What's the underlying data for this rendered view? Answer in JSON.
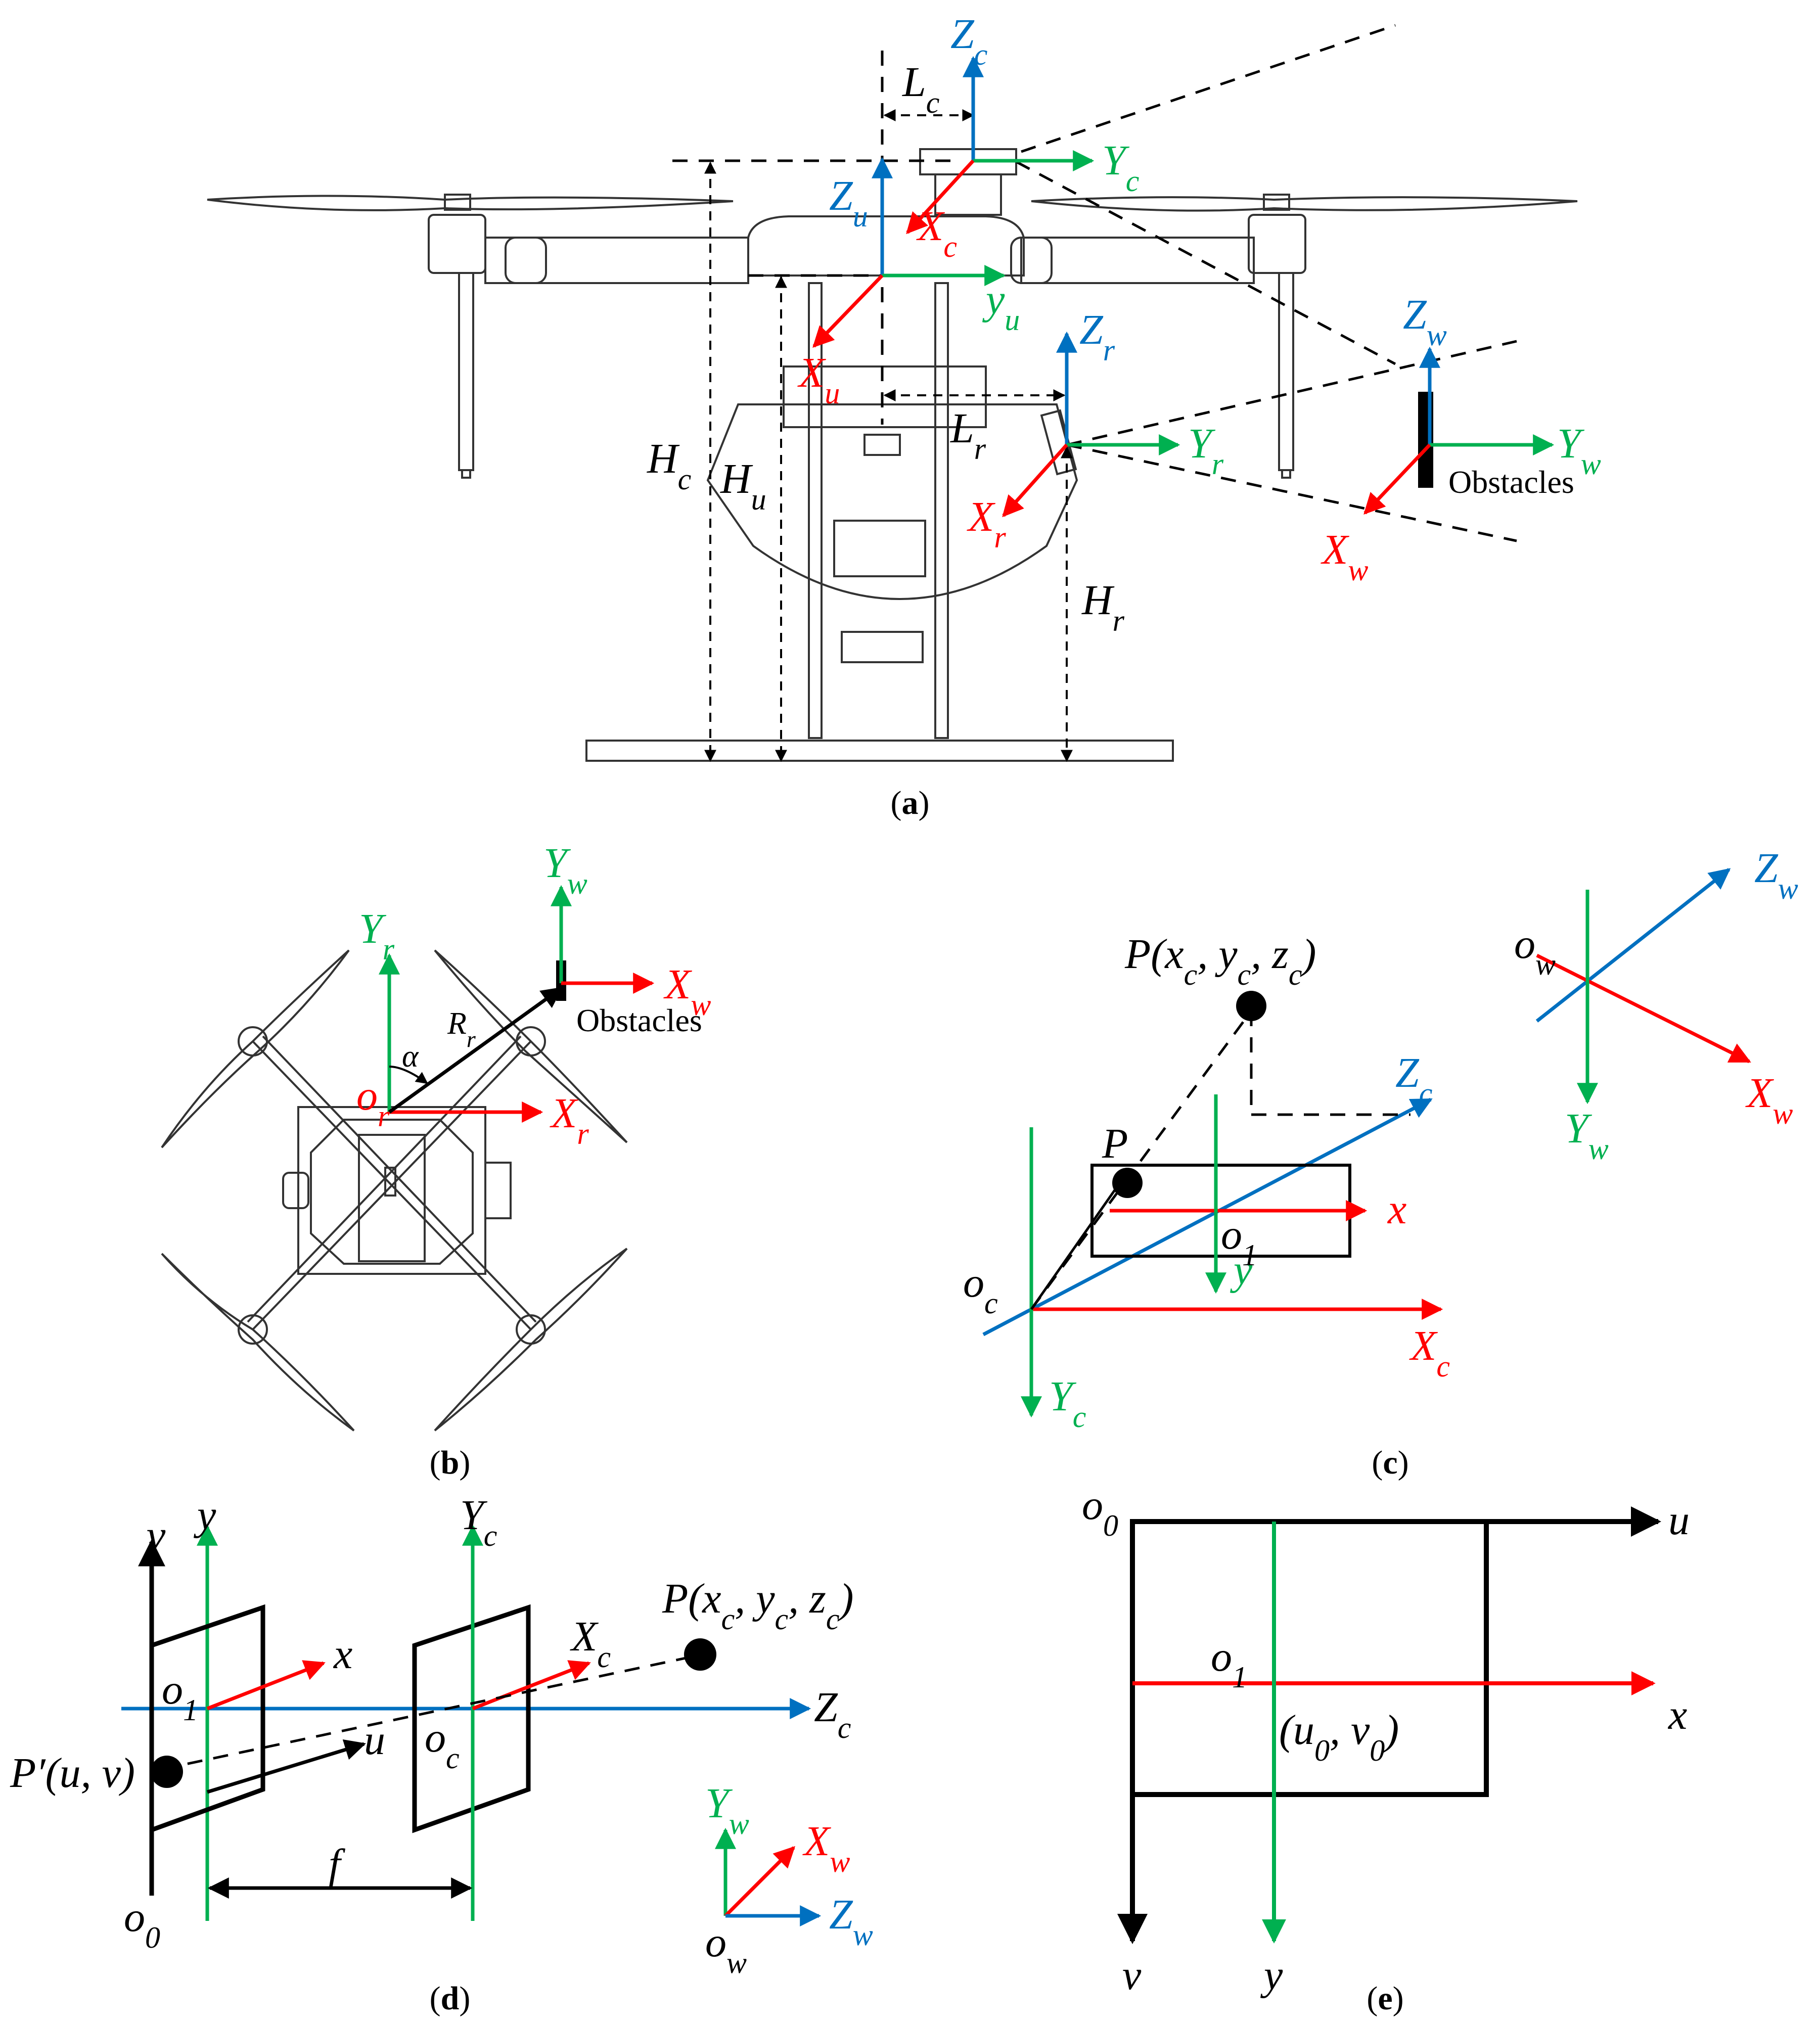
{
  "colors": {
    "x_axis": "#ff0000",
    "y_axis": "#00b050",
    "z_axis": "#0070c0",
    "ink": "#000000"
  },
  "captions": {
    "a": "a",
    "b": "b",
    "c": "c",
    "d": "d",
    "e": "e"
  },
  "panel_a": {
    "camera": {
      "z": "Z",
      "z_sub": "c",
      "y": "Y",
      "y_sub": "c",
      "x": "X",
      "x_sub": "c"
    },
    "uav": {
      "z": "Z",
      "z_sub": "u",
      "y": "y",
      "y_sub": "u",
      "x": "X",
      "x_sub": "u"
    },
    "radar": {
      "z": "Z",
      "z_sub": "r",
      "y": "Y",
      "y_sub": "r",
      "x": "X",
      "x_sub": "r"
    },
    "world": {
      "z": "Z",
      "z_sub": "w",
      "y": "Y",
      "y_sub": "w",
      "x": "X",
      "x_sub": "w"
    },
    "dims": {
      "Lc": {
        "main": "L",
        "sub": "c"
      },
      "Lr": {
        "main": "L",
        "sub": "r"
      },
      "Hc": {
        "main": "H",
        "sub": "c"
      },
      "Hu": {
        "main": "H",
        "sub": "u"
      },
      "Hr": {
        "main": "H",
        "sub": "r"
      }
    },
    "obstacles": "Obstacles"
  },
  "panel_b": {
    "world": {
      "y": "Y",
      "y_sub": "w",
      "x": "X",
      "x_sub": "w"
    },
    "radar": {
      "y": "Y",
      "y_sub": "r",
      "x": "X",
      "x_sub": "r",
      "origin": "o",
      "origin_sub": "r"
    },
    "range": {
      "main": "R",
      "sub": "r"
    },
    "angle": "α",
    "obstacles": "Obstacles"
  },
  "panel_c": {
    "point": {
      "p": "P(x",
      "xs": "c",
      "sep1": ", y",
      "ys": "c",
      "sep2": ", z",
      "zs": "c",
      "close": ")"
    },
    "proj": "P",
    "camera": {
      "z": "Z",
      "z_sub": "c",
      "x": "X",
      "x_sub": "c",
      "y": "Y",
      "y_sub": "c",
      "origin": "o",
      "origin_sub": "c"
    },
    "image": {
      "x": "x",
      "y": "y",
      "origin": "o",
      "origin_sub": "1"
    },
    "world": {
      "z": "Z",
      "z_sub": "w",
      "x": "X",
      "x_sub": "w",
      "y": "Y",
      "y_sub": "w",
      "origin": "o",
      "origin_sub": "w"
    }
  },
  "panel_d": {
    "pixel": {
      "v": "v",
      "u": "u",
      "origin": "o",
      "origin_sub": "0"
    },
    "image": {
      "y": "y",
      "x": "x",
      "origin": "o",
      "origin_sub": "1"
    },
    "camera": {
      "y": "Y",
      "y_sub": "c",
      "x": "X",
      "x_sub": "c",
      "z": "Z",
      "z_sub": "c",
      "origin": "o",
      "origin_sub": "c"
    },
    "point": {
      "p": "P(x",
      "xs": "c",
      "sep1": ", y",
      "ys": "c",
      "sep2": ", z",
      "zs": "c",
      "close": ")"
    },
    "proj": "P′(u, v)",
    "focal": "f",
    "world": {
      "y": "Y",
      "y_sub": "w",
      "x": "X",
      "x_sub": "w",
      "z": "Z",
      "z_sub": "w",
      "origin": "o",
      "origin_sub": "w"
    }
  },
  "panel_e": {
    "origin0": "o",
    "origin0_sub": "0",
    "origin1": "o",
    "origin1_sub": "1",
    "u": "u",
    "v": "v",
    "x": "x",
    "y": "y",
    "center": {
      "open": "(u",
      "s1": "0",
      "mid": ", v",
      "s2": "0",
      "close": ")"
    }
  }
}
